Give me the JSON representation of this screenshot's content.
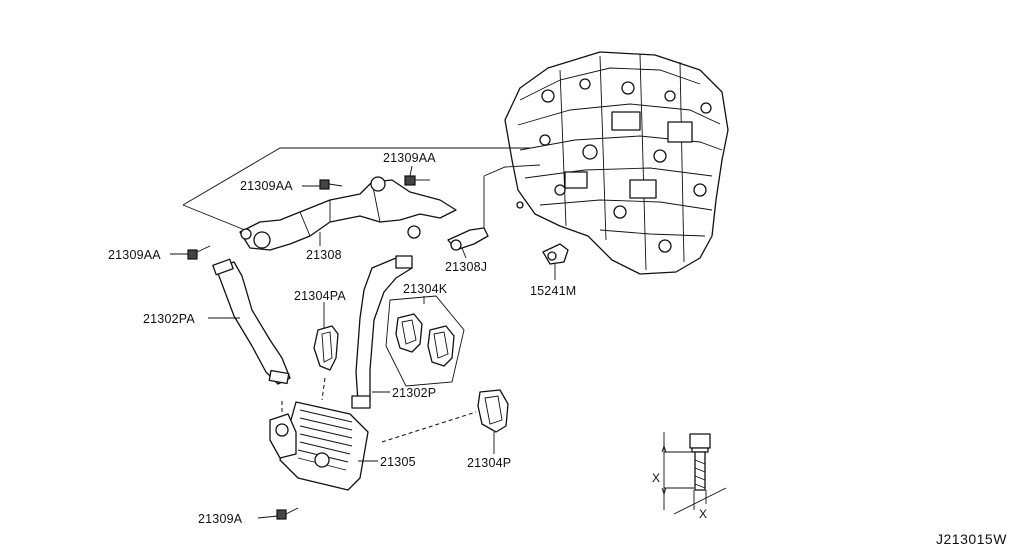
{
  "diagram": {
    "code": "J213015W",
    "callouts": {
      "p21309AA_top": "21309AA",
      "p21309AA_mid": "21309AA",
      "p21309AA_left": "21309AA",
      "p21308": "21308",
      "p21308J": "21308J",
      "p15241M": "15241M",
      "p21302PA": "21302PA",
      "p21304PA": "21304PA",
      "p21304K": "21304K",
      "p21302P": "21302P",
      "p21305": "21305",
      "p21304P": "21304P",
      "p21309A": "21309A"
    },
    "bolt_dimensions": {
      "x_vertical": "X",
      "x_horizontal": "X"
    }
  }
}
